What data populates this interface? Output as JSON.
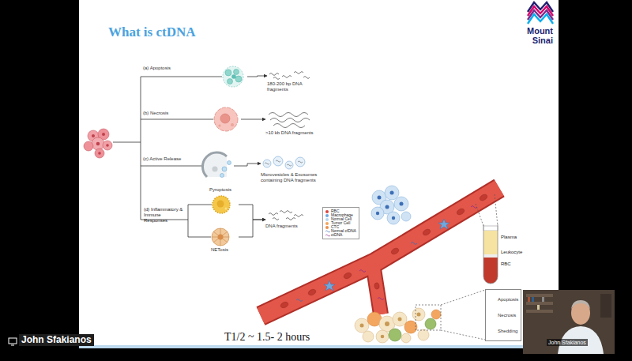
{
  "diagram": {
    "title": "What is ctDNA",
    "nodes": [
      {
        "text": [
          "(a) Apoptosis"
        ]
      },
      {
        "text": [
          "180-200 bp DNA fragments"
        ]
      },
      {
        "text": [
          "(b) Necrosis"
        ]
      },
      {
        "text": [
          ">10 kb DNA fragments"
        ]
      },
      {
        "text": [
          "(c) Active Release"
        ]
      },
      {
        "text": [
          "Microvesicles & Exosomes containing DNA fragments"
        ]
      },
      {
        "text": [
          "Pyroptosis"
        ]
      },
      {
        "text": [
          "NETosis"
        ]
      },
      {
        "text": [
          "DNA fragments"
        ]
      },
      {
        "text": [
          "Apoptosis",
          "Necrosis",
          "Shedding"
        ]
      }
    ],
    "edges": [
      {
        "from": 0,
        "to": 1,
        "arrow": "to"
      },
      {
        "from": 2,
        "to": 3,
        "arrow": "to"
      },
      {
        "from": 4,
        "to": 5,
        "arrow": "to"
      },
      {
        "from": 6,
        "to": 8,
        "arrow": "to"
      },
      {
        "from": 7,
        "to": 8,
        "arrow": "to"
      }
    ],
    "labels": [
      "Mount Sinai",
      "(d) Inflammatory & Immune Responses",
      "Plasma",
      "Leukocyte",
      "RBC",
      "T1/2 ~ 1.5- 2 hours",
      "John Sfakianos",
      "John Sfakianos"
    ],
    "legend": [
      {
        "text": "RBC",
        "color": "#d9473f"
      },
      {
        "text": "Macrophage",
        "color": "#6fa8dc"
      },
      {
        "text": "Normal Cell",
        "color": "#b7d7f0"
      },
      {
        "text": "Tumor Cell",
        "color": "#f3a65f"
      },
      {
        "text": "CTC",
        "color": "#e8904a"
      },
      {
        "text": "Normal cfDNA"
      },
      {
        "text": "ctDNA"
      }
    ]
  }
}
